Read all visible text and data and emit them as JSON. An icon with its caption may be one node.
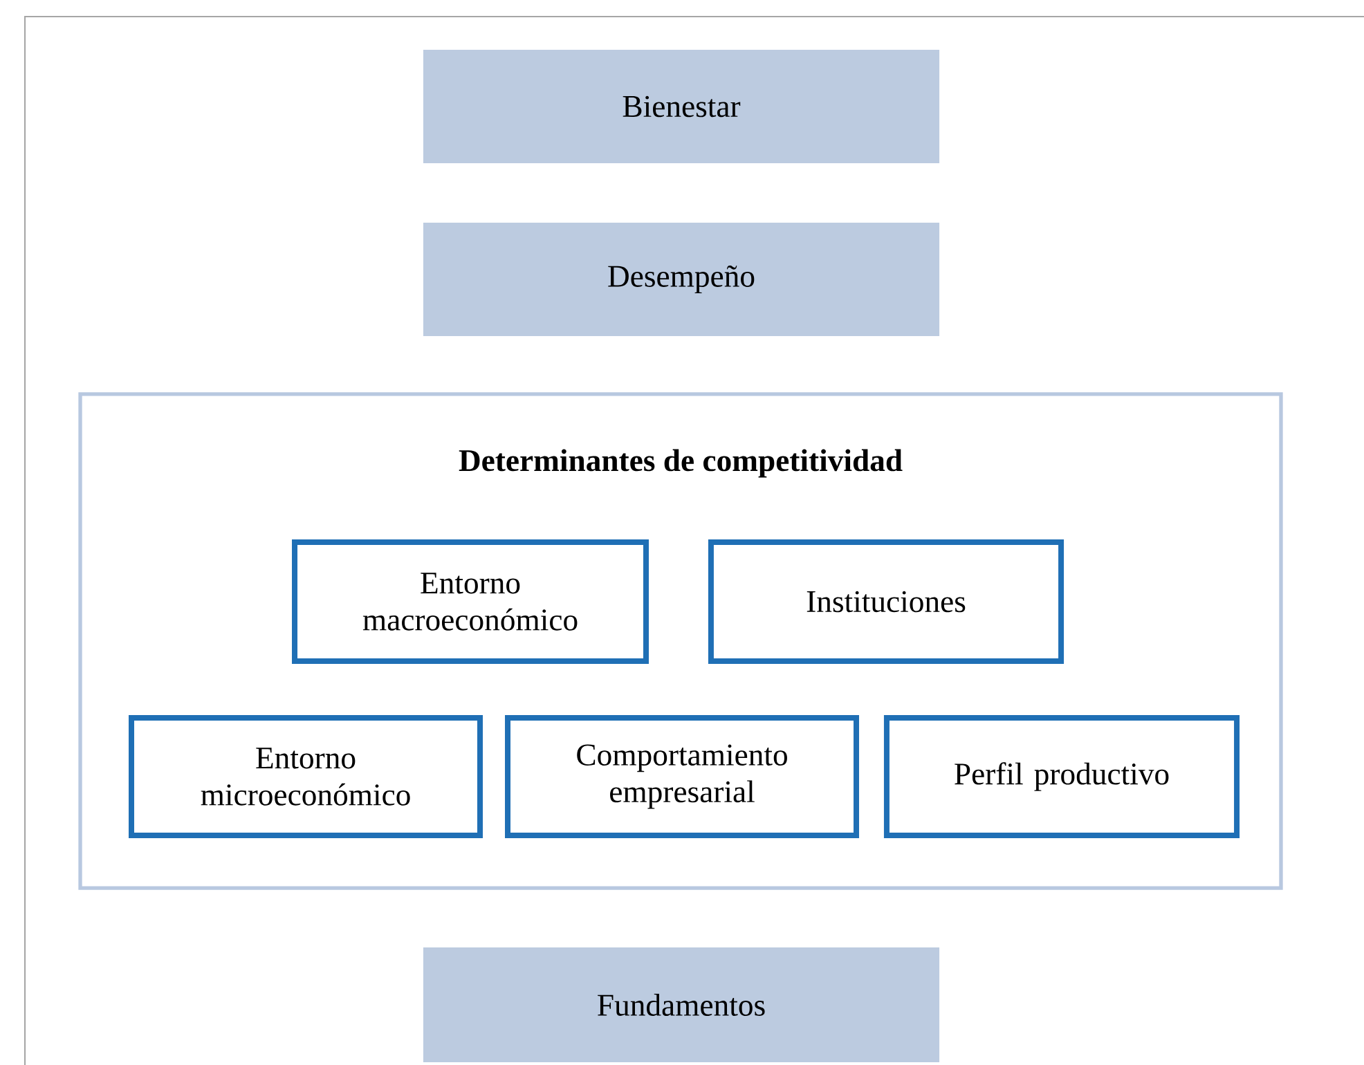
{
  "diagram": {
    "nodes": [
      {
        "text": [
          "Bienestar"
        ]
      },
      {
        "text": [
          "Desempeño"
        ]
      },
      {
        "text": [
          "Determinantes de competitividad"
        ]
      },
      {
        "text": [
          "Entorno macroeconómico"
        ],
        "in": 2
      },
      {
        "text": [
          "Instituciones"
        ],
        "in": 2
      },
      {
        "text": [
          "Entorno microeconómico"
        ],
        "in": 2
      },
      {
        "text": [
          "Comportamiento empresarial"
        ],
        "in": 2
      },
      {
        "text": [
          "Perfil productivo"
        ],
        "in": 2
      },
      {
        "text": [
          "Fundamentos"
        ]
      }
    ]
  }
}
